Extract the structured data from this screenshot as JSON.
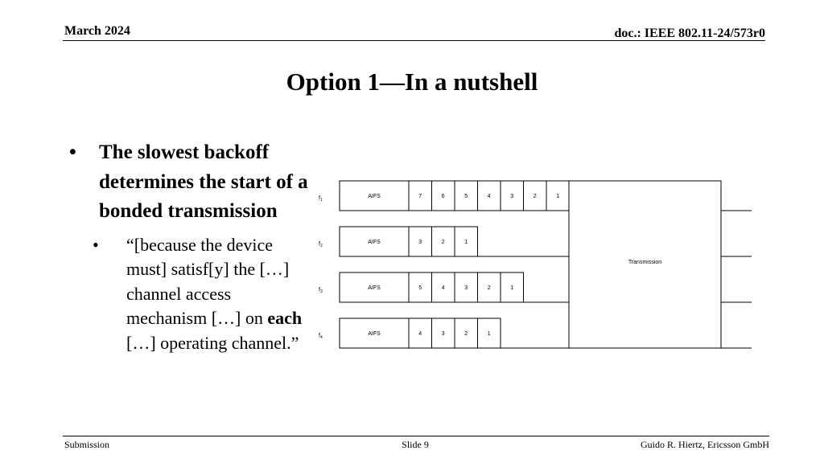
{
  "header": {
    "date": "March 2024",
    "doc_id": "doc.: IEEE 802.11-24/573r0"
  },
  "title": "Option 1—In a nutshell",
  "bullets": {
    "main": "The slowest backoff determines the start of a bonded transmission",
    "quote_before": "“[because the device must] satisf[y] the […] channel access mechanism […] on ",
    "quote_bold": "each",
    "quote_after": " […] operating channel.”"
  },
  "diagram": {
    "channels": [
      {
        "label": "f",
        "sub": "1",
        "aifs": "AIFS",
        "slots": [
          "7",
          "6",
          "5",
          "4",
          "3",
          "2",
          "1"
        ]
      },
      {
        "label": "f",
        "sub": "2",
        "aifs": "AIFS",
        "slots": [
          "3",
          "2",
          "1"
        ]
      },
      {
        "label": "f",
        "sub": "3",
        "aifs": "AIFS",
        "slots": [
          "5",
          "4",
          "3",
          "2",
          "1"
        ]
      },
      {
        "label": "f",
        "sub": "4",
        "aifs": "AIFS",
        "slots": [
          "4",
          "3",
          "2",
          "1"
        ]
      }
    ],
    "transmission_label": "Transmission"
  },
  "footer": {
    "left": "Submission",
    "center": "Slide 9",
    "right": "Guido R. Hiertz, Ericsson GmbH"
  }
}
